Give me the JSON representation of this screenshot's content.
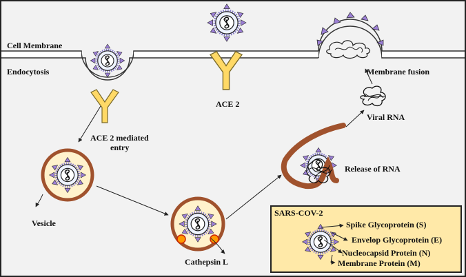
{
  "labels": {
    "cell_membrane": "Cell Membrane",
    "endocytosis": "Endocytosis",
    "ace2": "ACE 2",
    "ace2_entry_line1": "ACE 2 mediated",
    "ace2_entry_line2": "entry",
    "membrane_fusion": "Membrane fusion",
    "viral_rna": "Viral RNA",
    "release_of_rna": "Release of RNA",
    "vesicle": "Vesicle",
    "cathepsin_l": "Cathepsin L"
  },
  "legend": {
    "title": "SARS-COV-2",
    "items": [
      "Spike Glycoprotein (S)",
      "Envelop Glycoprotein (E)",
      "Nucleocapsid Protein (N)",
      "Membrane Protein (M)"
    ]
  },
  "colors": {
    "background": "#f2f2f2",
    "receptor": "#ffd966",
    "vesicle_wall": "#a0522d",
    "vesicle_fill": "#fff2cc",
    "spike": "#9b7fd4",
    "envelope": "#8a80cc",
    "legend_bg": "#ffe9a8"
  }
}
